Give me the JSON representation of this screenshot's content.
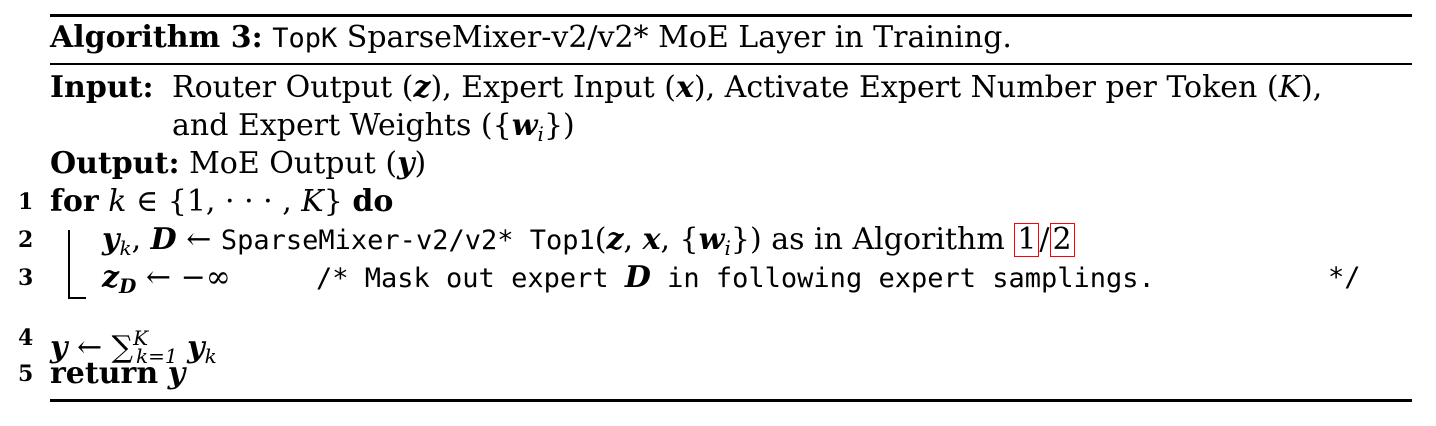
{
  "algorithm": {
    "label": "Algorithm 3:",
    "title_mono": "TopK",
    "title_rest": " SparseMixer-v2/v2* MoE Layer in Training."
  },
  "input": {
    "label": "Input:",
    "line1": "Router Output (z), Expert Input (x), Activate Expert Number per Token (K),",
    "line2": "and Expert Weights ({w_i})"
  },
  "output": {
    "label": "Output:",
    "text": "MoE Output (y)"
  },
  "lines": [
    {
      "num": "1",
      "text": "for k ∈ {1, · · · , K} do"
    },
    {
      "num": "2",
      "text": "y_k, D ← SparseMixer-v2/v2* Top1(z, x, {w_i}) as in Algorithm 1/2"
    },
    {
      "num": "3",
      "text": "z_D ← −∞",
      "comment": "/* Mask out expert D in following expert samplings.",
      "comment_end": "*/"
    },
    {
      "num": "4",
      "text": "y ← Σ_{k=1}^{K} y_k"
    },
    {
      "num": "5",
      "text": "return y"
    }
  ],
  "refs": [
    "1",
    "2"
  ]
}
